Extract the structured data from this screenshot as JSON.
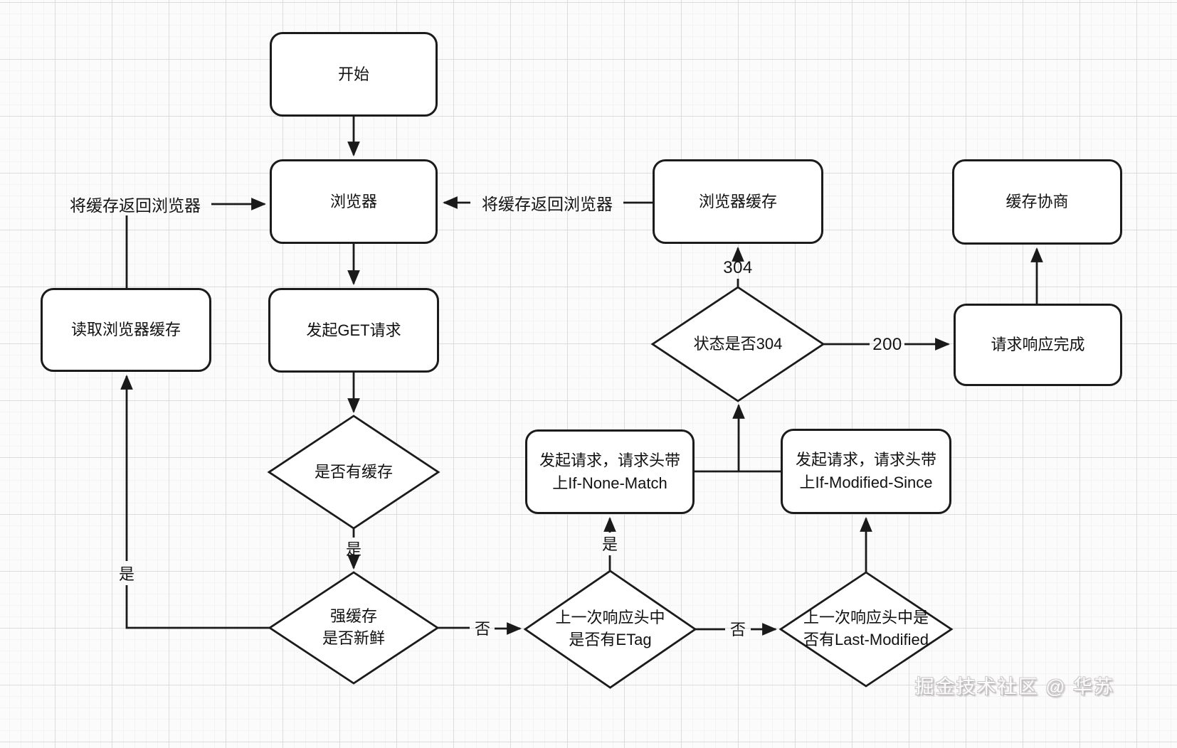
{
  "nodes": {
    "start": {
      "label": "开始"
    },
    "browser": {
      "label": "浏览器"
    },
    "read_browser_cache": {
      "label": "读取浏览器缓存"
    },
    "get_request": {
      "label": "发起GET请求"
    },
    "browser_cache": {
      "label": "浏览器缓存"
    },
    "cache_negotiation": {
      "label": "缓存协商"
    },
    "response_complete": {
      "label": "请求响应完成"
    },
    "if_none_match": {
      "label": "发起请求，请求头带\n上If-None-Match"
    },
    "if_modified_since": {
      "label": "发起请求，请求头带\n上If-Modified-Since"
    },
    "has_cache": {
      "label": "是否有缓存"
    },
    "strong_cache_fresh": {
      "label": "强缓存\n是否新鲜"
    },
    "status_304": {
      "label": "状态是否304"
    },
    "has_etag": {
      "label": "上一次响应头中\n是否有ETag"
    },
    "has_last_modified": {
      "label": "上一次响应头中是\n否有Last-Modified"
    }
  },
  "edge_labels": {
    "return_cache_left": "将缓存返回浏览器",
    "return_cache_right": "将缓存返回浏览器",
    "yes_has_cache": "是",
    "yes_to_read_cache": "是",
    "yes_etag": "是",
    "no_fresh": "否",
    "no_etag": "否",
    "code_304": "304",
    "code_200": "200"
  },
  "watermark": "掘金技术社区 @ 华苏",
  "colors": {
    "line": "#1a1a1a",
    "node_fill": "#ffffff",
    "node_border": "#1b1b1b",
    "grid": "#dddcdc",
    "background": "#fcfbfb"
  }
}
